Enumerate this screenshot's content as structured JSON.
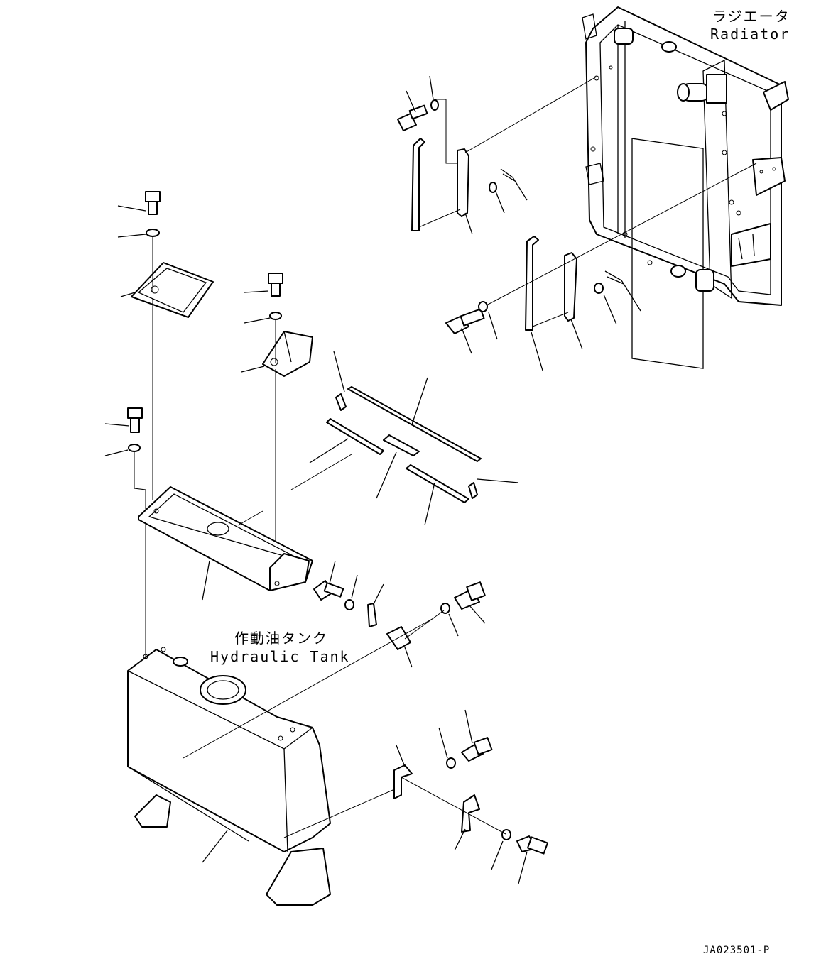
{
  "labels": {
    "radiator_jp": "ラジエータ",
    "radiator_en": "Radiator",
    "hydraulic_tank_jp": "作動油タンク",
    "hydraulic_tank_en": "Hydraulic Tank",
    "drawing_code": "JA023501-P"
  }
}
